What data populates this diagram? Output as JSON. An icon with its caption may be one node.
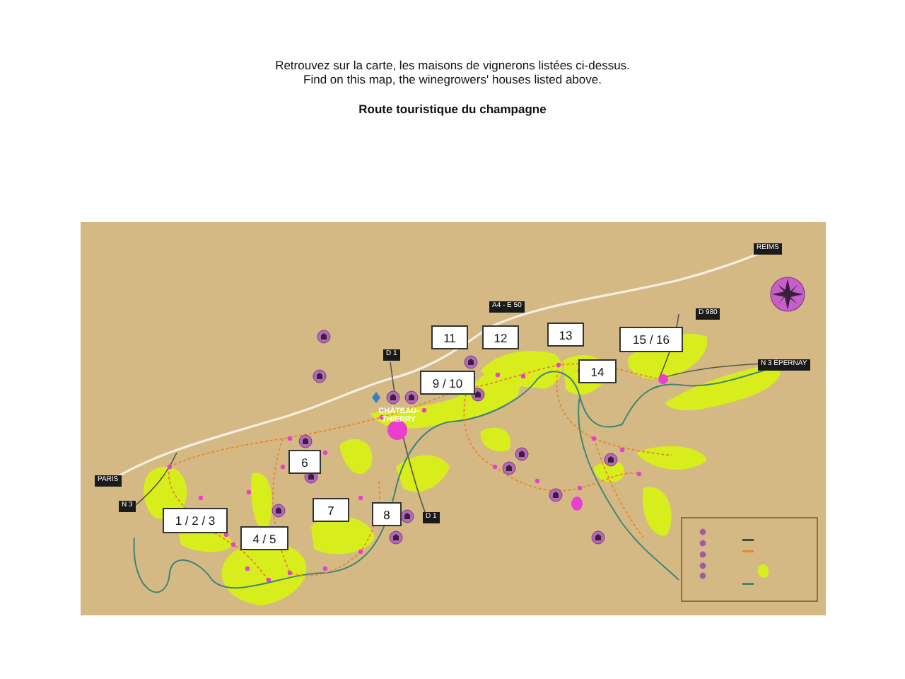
{
  "diagram": {
    "title": "Route touristique du champagne",
    "nodes": [
      {
        "text": [
          "11"
        ]
      },
      {
        "text": [
          "12"
        ]
      },
      {
        "text": [
          "13"
        ]
      },
      {
        "text": [
          "15 / 16"
        ]
      },
      {
        "text": [
          "14"
        ]
      },
      {
        "text": [
          "9 / 10"
        ]
      },
      {
        "text": [
          "6"
        ]
      },
      {
        "text": [
          "7"
        ]
      },
      {
        "text": [
          "8"
        ]
      },
      {
        "text": [
          "1 / 2 / 3"
        ]
      },
      {
        "text": [
          "4 / 5"
        ]
      }
    ],
    "labels": [
      "Retrouvez sur la carte, les maisons de vignerons listées ci-dessus.",
      "Find on this map, the winegrowers' houses listed above.",
      "REIMS",
      "A4 - E 50",
      "D 980",
      "D 1",
      "N 3 ÉPERNAY",
      "CHÂTEAU-THIERRY",
      "PARIS",
      "N 3",
      "D 1"
    ]
  }
}
